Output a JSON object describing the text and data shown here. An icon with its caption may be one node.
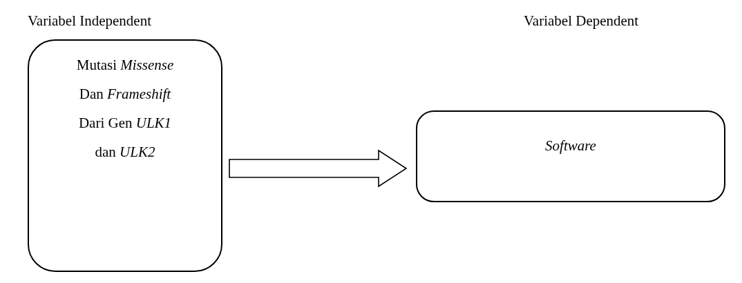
{
  "diagram": {
    "nodes": [
      {
        "text": [
          "Mutasi *Missense* Dan *Frameshift* Dari Gen *ULK1* dan *ULK2*"
        ]
      },
      {
        "text": [
          "Software"
        ]
      }
    ],
    "edges": [
      {
        "from": 0,
        "to": 1,
        "arrow": "to",
        "style": "thick"
      }
    ],
    "labels": [
      "Variabel Independent",
      "Variabel Dependent"
    ]
  }
}
